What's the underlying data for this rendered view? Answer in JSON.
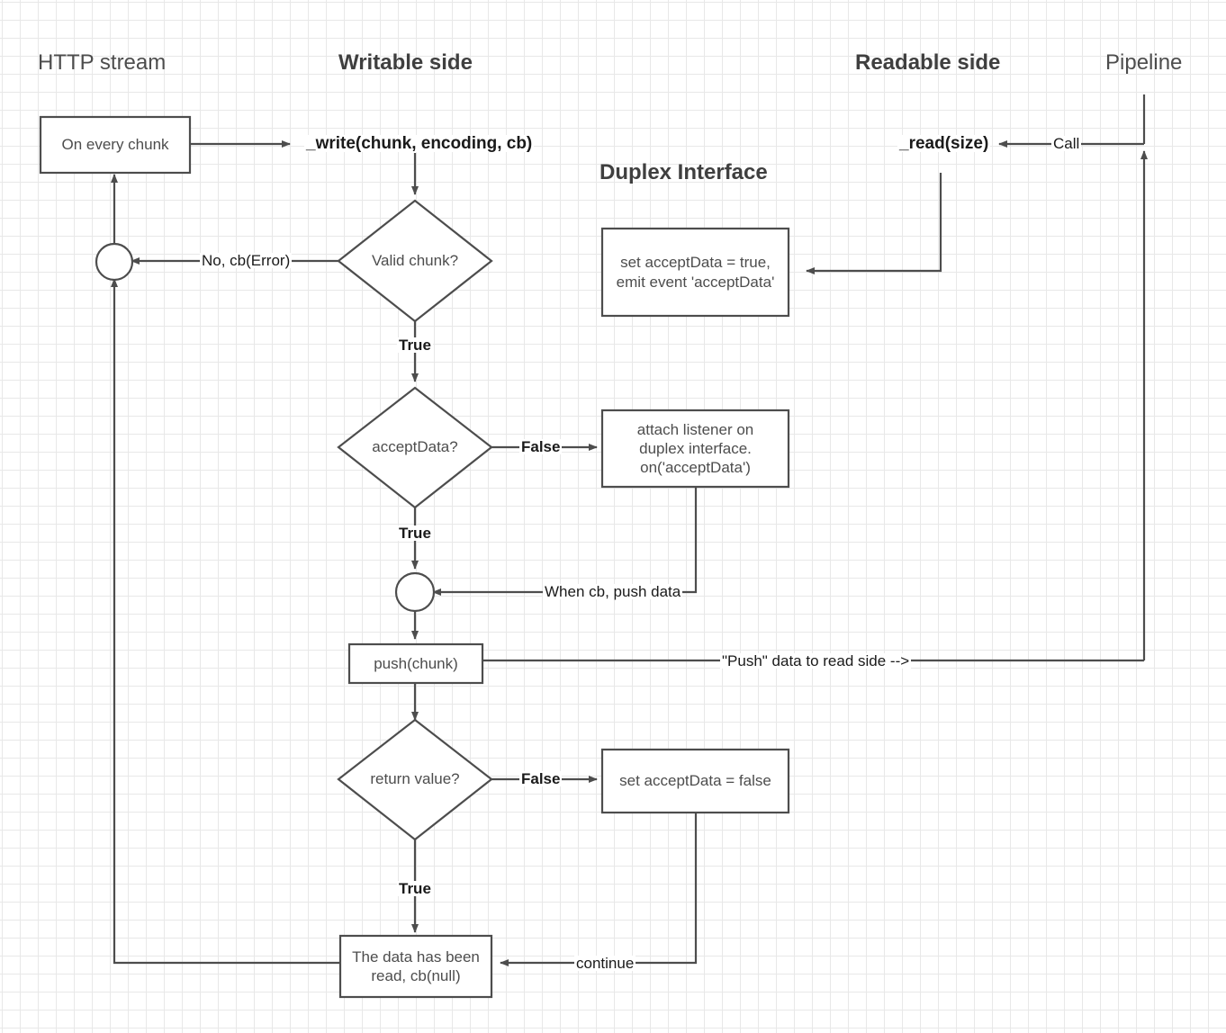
{
  "diagram": {
    "title": "Duplex Interface",
    "lanes": [
      {
        "id": "http-stream",
        "label": "HTTP stream",
        "bold": false
      },
      {
        "id": "writable-side",
        "label": "Writable side",
        "bold": true
      },
      {
        "id": "readable-side",
        "label": "Readable side",
        "bold": true
      },
      {
        "id": "pipeline",
        "label": "Pipeline",
        "bold": false
      }
    ],
    "api_labels": [
      {
        "id": "write-api",
        "label": "_write(chunk, encoding, cb)"
      },
      {
        "id": "read-api",
        "label": "_read(size)"
      }
    ],
    "nodes": [
      {
        "id": "on-every-chunk",
        "type": "box",
        "label": "On every chunk"
      },
      {
        "id": "valid-chunk",
        "type": "diamond",
        "label": "Valid chunk?"
      },
      {
        "id": "accept-data-check",
        "type": "diamond",
        "label": "acceptData?"
      },
      {
        "id": "push-chunk",
        "type": "box",
        "label": "push(chunk)"
      },
      {
        "id": "return-value",
        "type": "diamond",
        "label": "return value?"
      },
      {
        "id": "data-read-cb",
        "type": "box",
        "label": "The data has been\nread, cb(null)"
      },
      {
        "id": "set-accept-true",
        "type": "box",
        "label": "set acceptData = true,\nemit event 'acceptData'"
      },
      {
        "id": "attach-listener",
        "type": "box",
        "label": "attach listener on\nduplex interface.\non('acceptData')"
      },
      {
        "id": "set-accept-false",
        "type": "box",
        "label": "set acceptData = false"
      },
      {
        "id": "error-merge",
        "type": "circle",
        "label": ""
      },
      {
        "id": "push-merge",
        "type": "circle",
        "label": ""
      }
    ],
    "edge_labels": [
      {
        "id": "no-cb-error",
        "label": "No, cb(Error)",
        "bold": false
      },
      {
        "id": "valid-true",
        "label": "True",
        "bold": true
      },
      {
        "id": "accept-false",
        "label": "False",
        "bold": true
      },
      {
        "id": "accept-true",
        "label": "True",
        "bold": true
      },
      {
        "id": "when-cb-push-data",
        "label": "When cb, push data",
        "bold": false
      },
      {
        "id": "push-to-read-side",
        "label": "\"Push\" data to read side -->",
        "bold": false
      },
      {
        "id": "return-false",
        "label": "False",
        "bold": true
      },
      {
        "id": "return-true",
        "label": "True",
        "bold": true
      },
      {
        "id": "continue",
        "label": "continue",
        "bold": false
      },
      {
        "id": "call",
        "label": "Call",
        "bold": false
      }
    ],
    "colors": {
      "stroke": "#4d4d4d",
      "node_text": "#4d4d4d",
      "edge_text": "#1a1a1a",
      "node_fill": "#ffffff",
      "grid_minor": "#e8e8e8",
      "grid_major": "#d4d4d4"
    }
  }
}
